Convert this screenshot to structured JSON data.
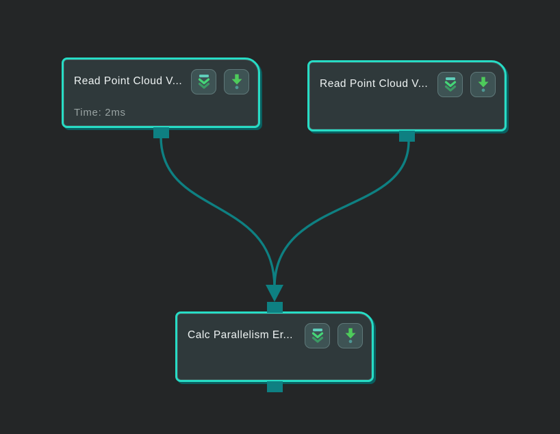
{
  "colors": {
    "canvas-bg": "#242627",
    "node-bg": "#2f393b",
    "node-border": "#27dcc5",
    "node-shadow": "#0a5f60",
    "edge": "#0e8082",
    "port": "#0e8082",
    "button-bg": "#3e5354",
    "button-border": "#5f7879",
    "icon-bar": "#5fceba",
    "icon-chevron-bright": "#45d677",
    "icon-chevron-dim": "#3b9a64",
    "icon-arrow": "#4ecb5b",
    "icon-dot": "#4e9894",
    "title-text": "#eef3f3",
    "time-text": "#98a2a2"
  },
  "nodes": [
    {
      "id": "read-point-cloud-1",
      "title": "Read Point Cloud V...",
      "time": "Time: 2ms"
    },
    {
      "id": "read-point-cloud-2",
      "title": "Read Point Cloud V..."
    },
    {
      "id": "calc-parallelism-error",
      "title": "Calc Parallelism Er..."
    }
  ],
  "icons": {
    "collapse": "double-chevron-down",
    "run": "arrow-down-with-dot"
  }
}
